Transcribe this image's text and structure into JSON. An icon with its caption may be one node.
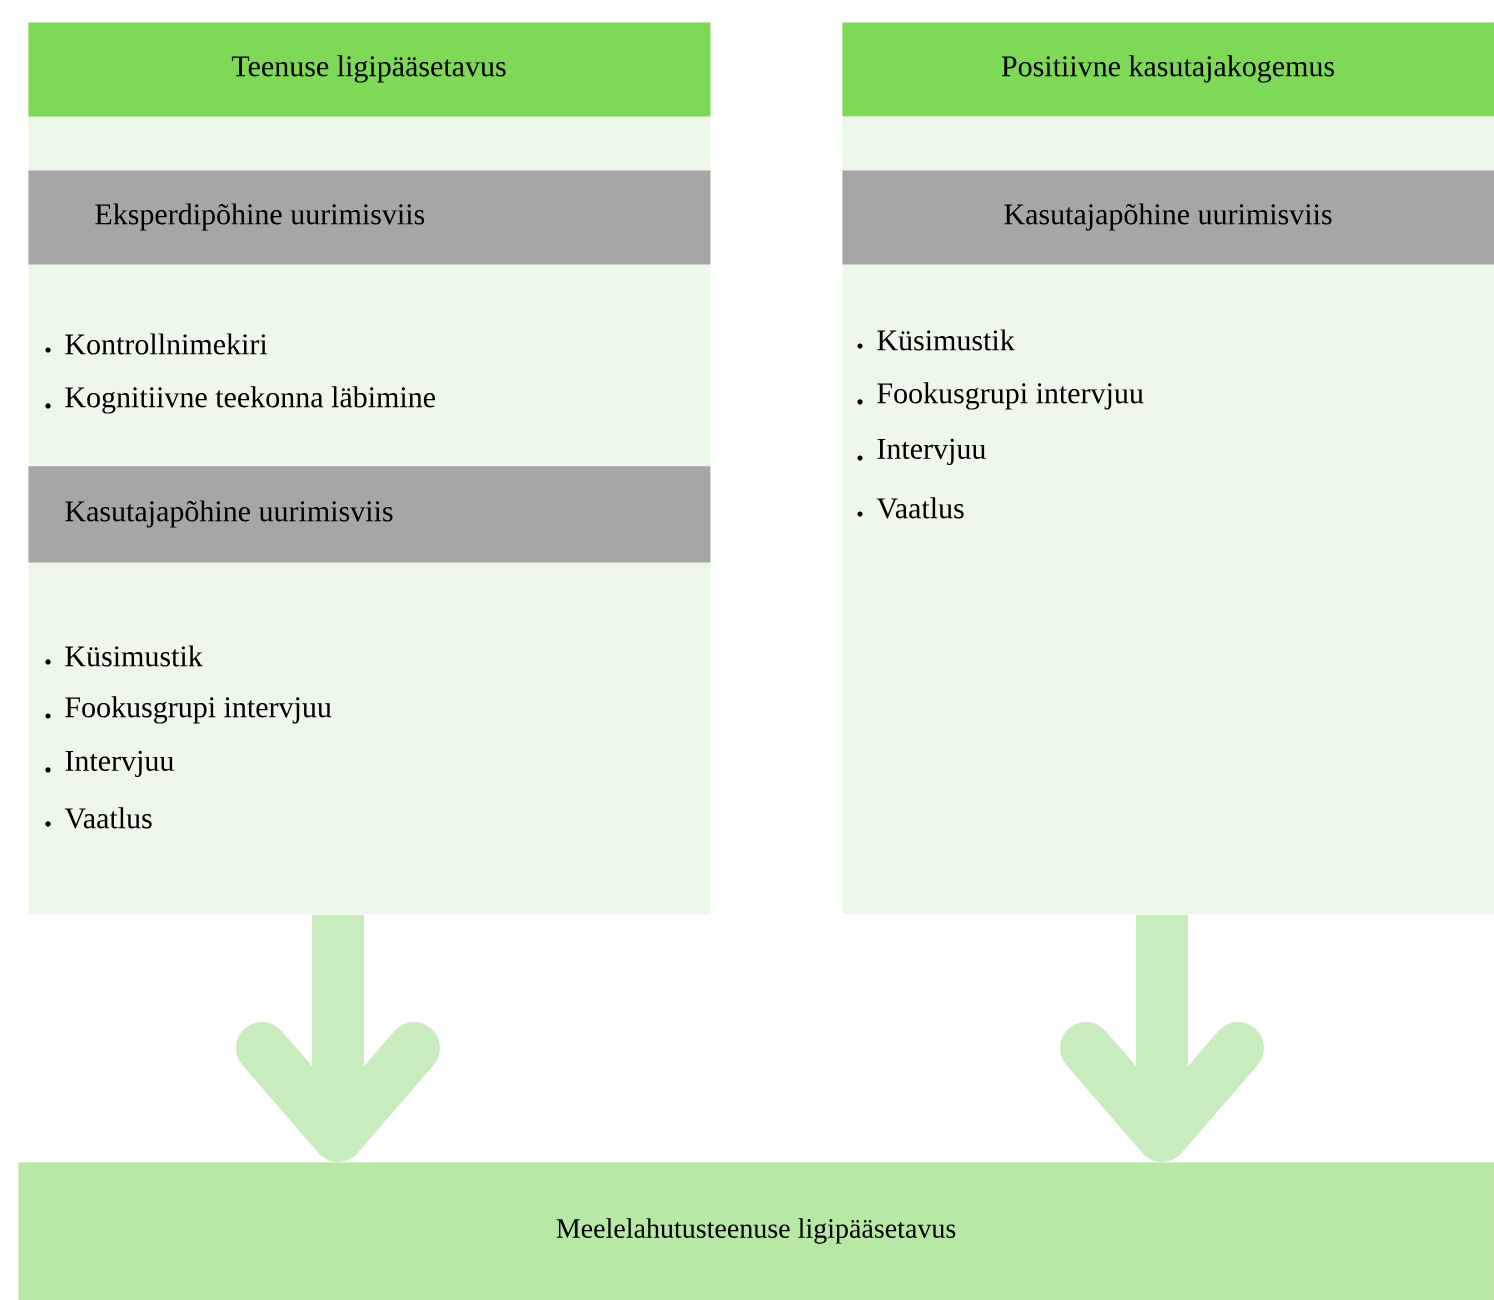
{
  "diagram": {
    "nodes": [
      {
        "text": [
          "Kontrollnimekiri",
          "Kognitiivne teekonna läbimine",
          "Küsimustik",
          "Fookusgrupi intervjuu",
          "Intervjuu",
          "Vaatlus"
        ]
      },
      {
        "text": [
          "Teenuse ligipääsetavus"
        ],
        "in": 0
      },
      {
        "text": [
          "Eksperdipõhine uurimisviis"
        ],
        "in": 0
      },
      {
        "text": [
          "Kasutajapõhine uurimisviis"
        ],
        "in": 0
      },
      {
        "text": [
          "Küsimustik",
          "Fookusgrupi intervjuu",
          "Intervjuu",
          "Vaatlus"
        ]
      },
      {
        "text": [
          "Positiivne kasutajakogemus"
        ],
        "in": 4
      },
      {
        "text": [
          "Kasutajapõhine uurimisviis"
        ],
        "in": 4
      },
      {
        "text": [
          "Meelelahutusteenuse ligipääsetavus"
        ]
      }
    ],
    "edges": [
      {
        "from": 0,
        "to": 7,
        "arrow": "to"
      },
      {
        "from": 4,
        "to": 7,
        "arrow": "to"
      }
    ]
  }
}
